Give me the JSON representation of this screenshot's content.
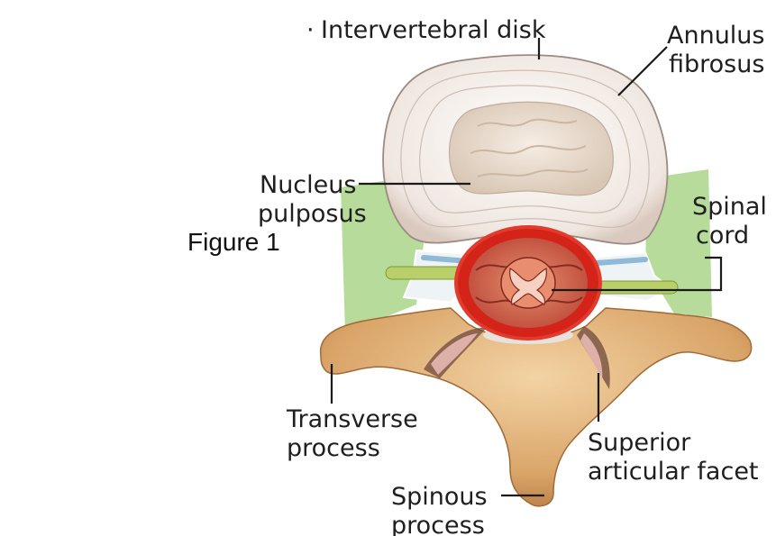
{
  "figure_label": "Figure 1",
  "labels": {
    "intervertebral_disk": "Intervertebral disk",
    "annulus_line1": "Annulus",
    "annulus_line2": "fibrosus",
    "nucleus_line1": "Nucleus",
    "nucleus_line2": "pulposus",
    "spinal_line1": "Spinal",
    "spinal_line2": "cord",
    "transverse_line1": "Transverse",
    "transverse_line2": "process",
    "superior_line1": "Superior",
    "superior_line2": "articular facet",
    "spinous_line1": "Spinous",
    "spinous_line2": "process"
  },
  "colors": {
    "bone": "#e2b27a",
    "disk": "#f3ece6",
    "nucleus": "#e9dccd",
    "highlight_green": "#a9d58a",
    "spinal_canal_red": "#d42318",
    "nerve_blue": "#8fb9d6"
  }
}
